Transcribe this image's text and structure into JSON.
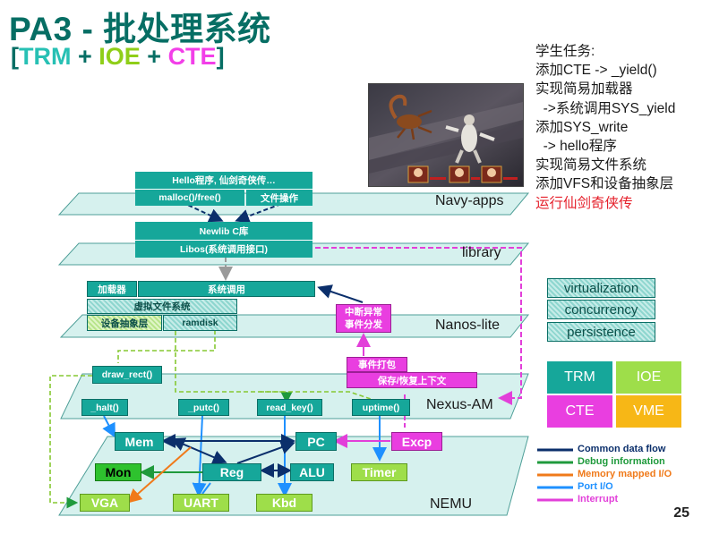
{
  "slide": {
    "title": "PA3 - 批处理系统",
    "subtitle_open": "[",
    "subtitle_trm": "TRM",
    "subtitle_plus1": " + ",
    "subtitle_ioe": "IOE",
    "subtitle_plus2": " + ",
    "subtitle_cte": "CTE",
    "subtitle_close": "]",
    "page_number": "25"
  },
  "tasks": {
    "items": [
      "学生任务:",
      "添加CTE -> _yield()",
      "实现简易加载器",
      "  ->系统调用SYS_yield",
      "添加SYS_write",
      "  -> hello程序",
      "实现简易文件系统",
      "添加VFS和设备抽象层"
    ],
    "highlight": "运行仙剑奇侠传"
  },
  "layers": {
    "navy_apps": "Navy-apps",
    "library": "library",
    "nanos_lite": "Nanos-lite",
    "nexus_am": "Nexus-AM",
    "nemu": "NEMU"
  },
  "navy": {
    "hello": "Hello程序, 仙剑奇侠传…",
    "malloc": "malloc()/free()",
    "file_ops": "文件操作"
  },
  "library": {
    "newlib": "Newlib C库",
    "libos": "Libos(系统调用接口)"
  },
  "nanos": {
    "loader": "加载器",
    "syscall": "系统调用",
    "vfs": "虚拟文件系统",
    "device_abstraction": "设备抽象层",
    "ramdisk": "ramdisk",
    "interrupt_dispatch_1": "中断异常",
    "interrupt_dispatch_2": "事件分发"
  },
  "am": {
    "draw_rect": "draw_rect()",
    "halt": "_halt()",
    "putc": "_putc()",
    "read_key": "read_key()",
    "uptime": "uptime()",
    "event_pack": "事件打包",
    "save_restore": "保存/恢复上下文"
  },
  "nemu": {
    "mem": "Mem",
    "pc": "PC",
    "excp": "Excp",
    "mon": "Mon",
    "reg": "Reg",
    "alu": "ALU",
    "timer": "Timer",
    "vga": "VGA",
    "uart": "UART",
    "kbd": "Kbd"
  },
  "virt": {
    "virtualization": "virtualization",
    "concurrency": "concurrency",
    "persistence": "persistence"
  },
  "modules": {
    "trm": "TRM",
    "ioe": "IOE",
    "cte": "CTE",
    "vme": "VME"
  },
  "legend": {
    "items": [
      {
        "label": "Common data flow",
        "color": "#0b2f6b"
      },
      {
        "label": "Debug information",
        "color": "#1f9a3c"
      },
      {
        "label": "Memory mapped I/O",
        "color": "#f07a1a"
      },
      {
        "label": "Port I/O",
        "color": "#1e90ff"
      },
      {
        "label": "Interrupt",
        "color": "#e23fd9"
      }
    ]
  },
  "colors": {
    "teal": "#16a79a",
    "green": "#2ec22e",
    "pink": "#e93ee0",
    "orange": "#f7b716"
  }
}
